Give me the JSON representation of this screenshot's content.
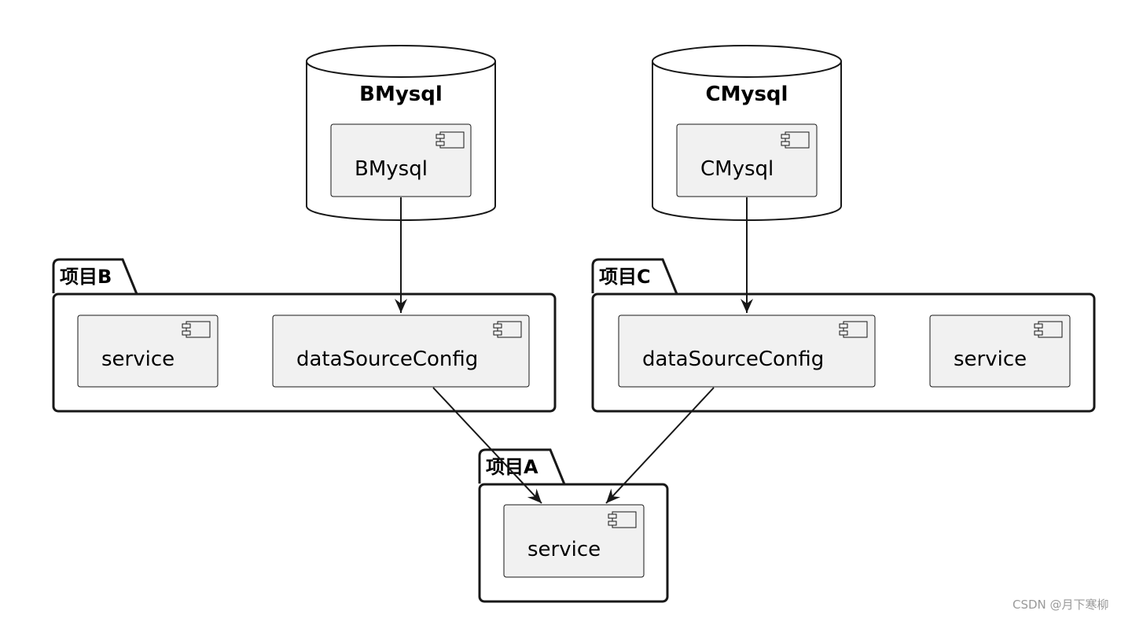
{
  "databases": [
    {
      "id": "bmysql",
      "title": "BMysql",
      "component": "BMysql"
    },
    {
      "id": "cmysql",
      "title": "CMysql",
      "component": "CMysql"
    }
  ],
  "packages": [
    {
      "id": "project-b",
      "title": "项目B",
      "components": [
        "service",
        "dataSourceConfig"
      ]
    },
    {
      "id": "project-c",
      "title": "项目C",
      "components": [
        "dataSourceConfig",
        "service"
      ]
    },
    {
      "id": "project-a",
      "title": "项目A",
      "components": [
        "service"
      ]
    }
  ],
  "edges": [
    {
      "from": "BMysql",
      "to": "项目B.dataSourceConfig"
    },
    {
      "from": "CMysql",
      "to": "项目C.dataSourceConfig"
    },
    {
      "from": "项目B.dataSourceConfig",
      "to": "项目A.service"
    },
    {
      "from": "项目C.dataSourceConfig",
      "to": "项目A.service"
    }
  ],
  "colors": {
    "component_fill": "#f1f1f1",
    "component_stroke": "#181818",
    "line": "#181818"
  },
  "watermark": "CSDN @月下寒柳"
}
